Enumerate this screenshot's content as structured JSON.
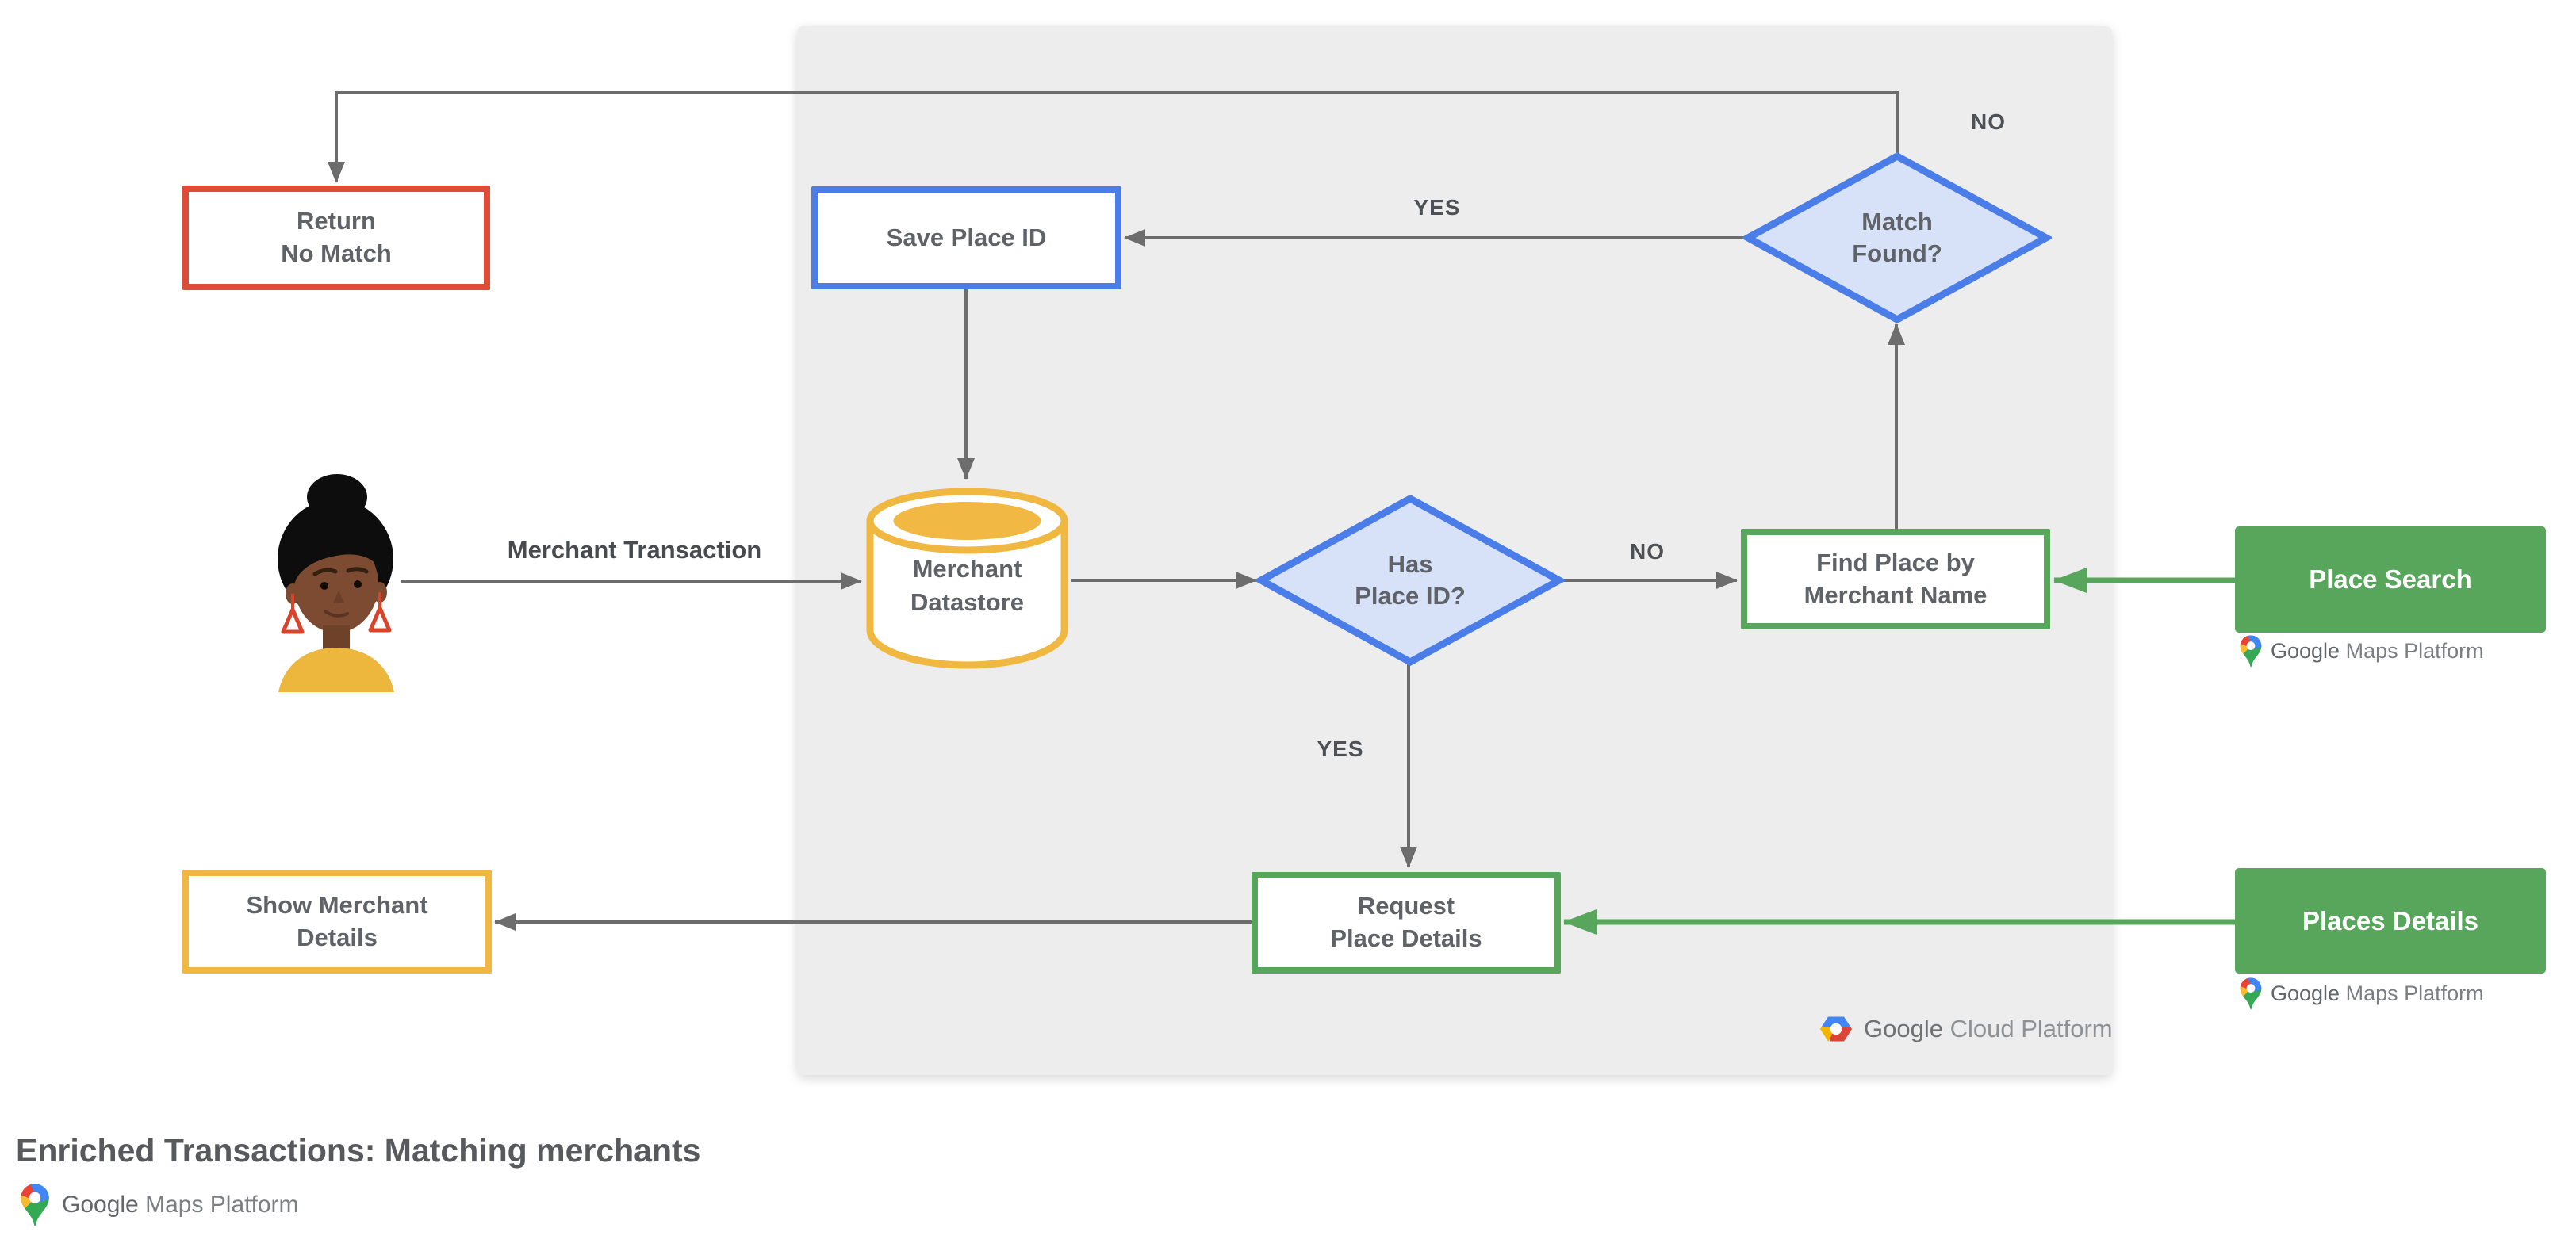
{
  "title": "Enriched Transactions: Matching merchants",
  "nodes": {
    "return_no_match": "Return\nNo Match",
    "save_place_id": "Save Place ID",
    "merchant_datastore": "Merchant\nDatastore",
    "match_found": "Match\nFound?",
    "has_place_id": "Has\nPlace ID?",
    "find_place": "Find Place by\nMerchant Name",
    "request_place_details": "Request\nPlace Details",
    "show_merchant_details": "Show Merchant\nDetails",
    "place_search": "Place Search",
    "places_details": "Places Details"
  },
  "edge_labels": {
    "match_found_no": "NO",
    "match_found_yes": "YES",
    "has_place_id_no": "NO",
    "has_place_id_yes": "YES",
    "merchant_transaction": "Merchant Transaction"
  },
  "logos": {
    "gcp_bold": "Google",
    "gcp_light": "Cloud Platform",
    "gmp_bold": "Google",
    "gmp_light": "Maps Platform"
  },
  "colors": {
    "blue_border": "#4A7DE8",
    "diamond_fill": "#D7E1F8",
    "red_border": "#DF4B37",
    "yellow_border": "#F1B841",
    "green": "#58A55C",
    "line_gray": "#6D6D6D",
    "text_gray": "#5F6368",
    "panel_gray": "#EDEDEE"
  }
}
